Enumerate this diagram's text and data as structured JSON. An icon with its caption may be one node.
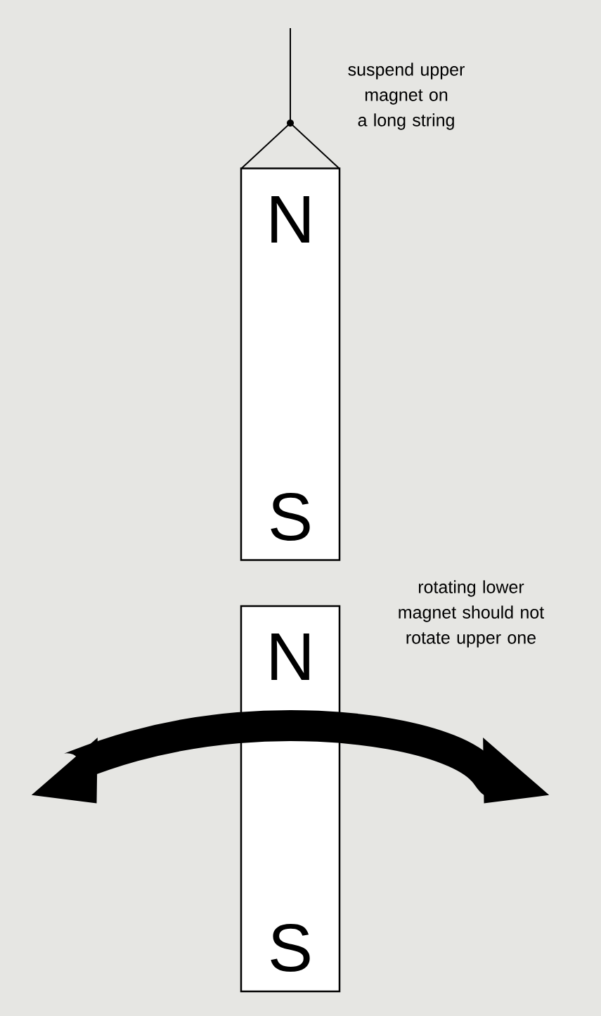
{
  "diagram": {
    "nodes": [
      {
        "text": [
          "N",
          "S"
        ]
      },
      {
        "text": [
          "N",
          "S"
        ]
      }
    ],
    "edges": [],
    "labels": [
      "suspend upper magnet on a long string",
      "rotating lower magnet should not rotate upper one"
    ]
  }
}
